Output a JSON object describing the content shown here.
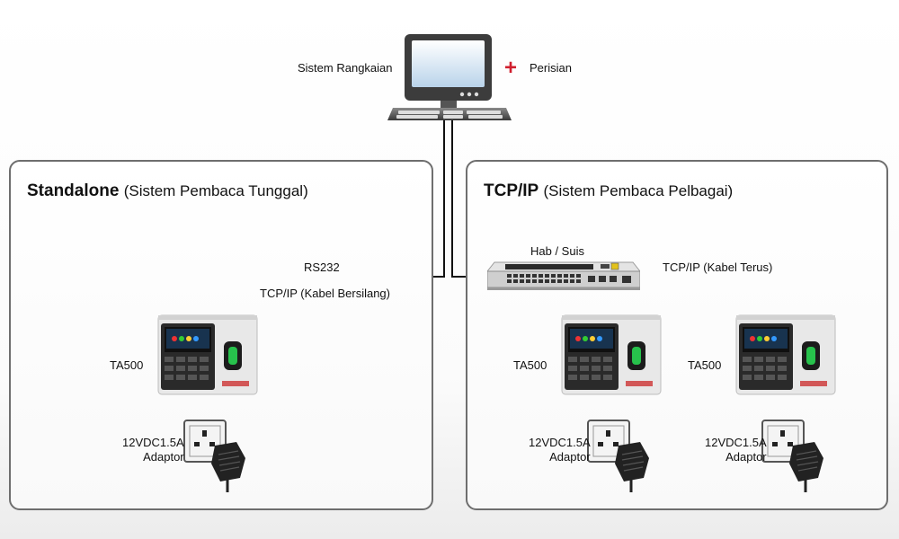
{
  "top": {
    "system_label": "Sistem Rangkaian",
    "plus_symbol": "+",
    "software_label": "Perisian"
  },
  "standalone": {
    "title_bold": "Standalone",
    "title_sub": "(Sistem Pembaca Tunggal)",
    "rs232_label": "RS232",
    "cross_cable_label": "TCP/IP (Kabel Bersilang)",
    "device_label": "TA500",
    "adaptor_line1": "12VDC1.5A",
    "adaptor_line2": "Adaptor"
  },
  "tcpip": {
    "title_bold": "TCP/IP",
    "title_sub": "(Sistem Pembaca Pelbagai)",
    "hub_label": "Hab / Suis",
    "straight_cable_label": "TCP/IP (Kabel Terus)",
    "devices": [
      {
        "label": "TA500",
        "adaptor_line1": "12VDC1.5A",
        "adaptor_line2": "Adaptor"
      },
      {
        "label": "TA500",
        "adaptor_line1": "12VDC1.5A",
        "adaptor_line2": "Adaptor"
      }
    ]
  },
  "colors": {
    "plus": "#d01f2e",
    "panel_border": "#6e6e6e",
    "wire": "#111111",
    "fingerprint": "#27c24c"
  }
}
